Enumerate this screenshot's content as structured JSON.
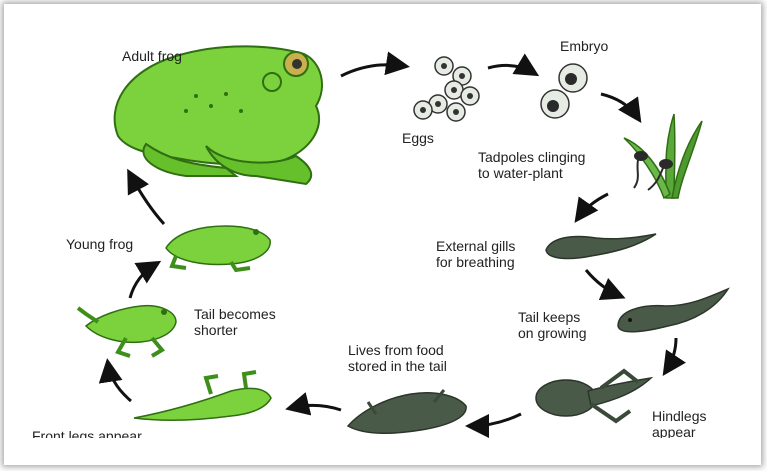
{
  "labels": {
    "adult_frog": "Adult frog",
    "eggs": "Eggs",
    "embryo": "Embryo",
    "tadpoles_line1": "Tadpoles clinging",
    "tadpoles_line2": "to water-plant",
    "gills_line1": "External gills",
    "gills_line2": "for breathing",
    "tail_grow_line1": "Tail keeps",
    "tail_grow_line2": "on growing",
    "hindlegs_line1": "Hindlegs",
    "hindlegs_line2": "appear",
    "food_line1": "Lives from food",
    "food_line2": "stored in the tail",
    "forelegs": "Front legs appear",
    "tail_short_line1": "Tail becomes",
    "tail_short_line2": "shorter",
    "young_frog": "Young frog"
  },
  "colors": {
    "frog_green": "#7bd23c",
    "frog_dark": "#3d8f1a",
    "tadpole": "#4a5a48",
    "arrow": "#111111"
  }
}
